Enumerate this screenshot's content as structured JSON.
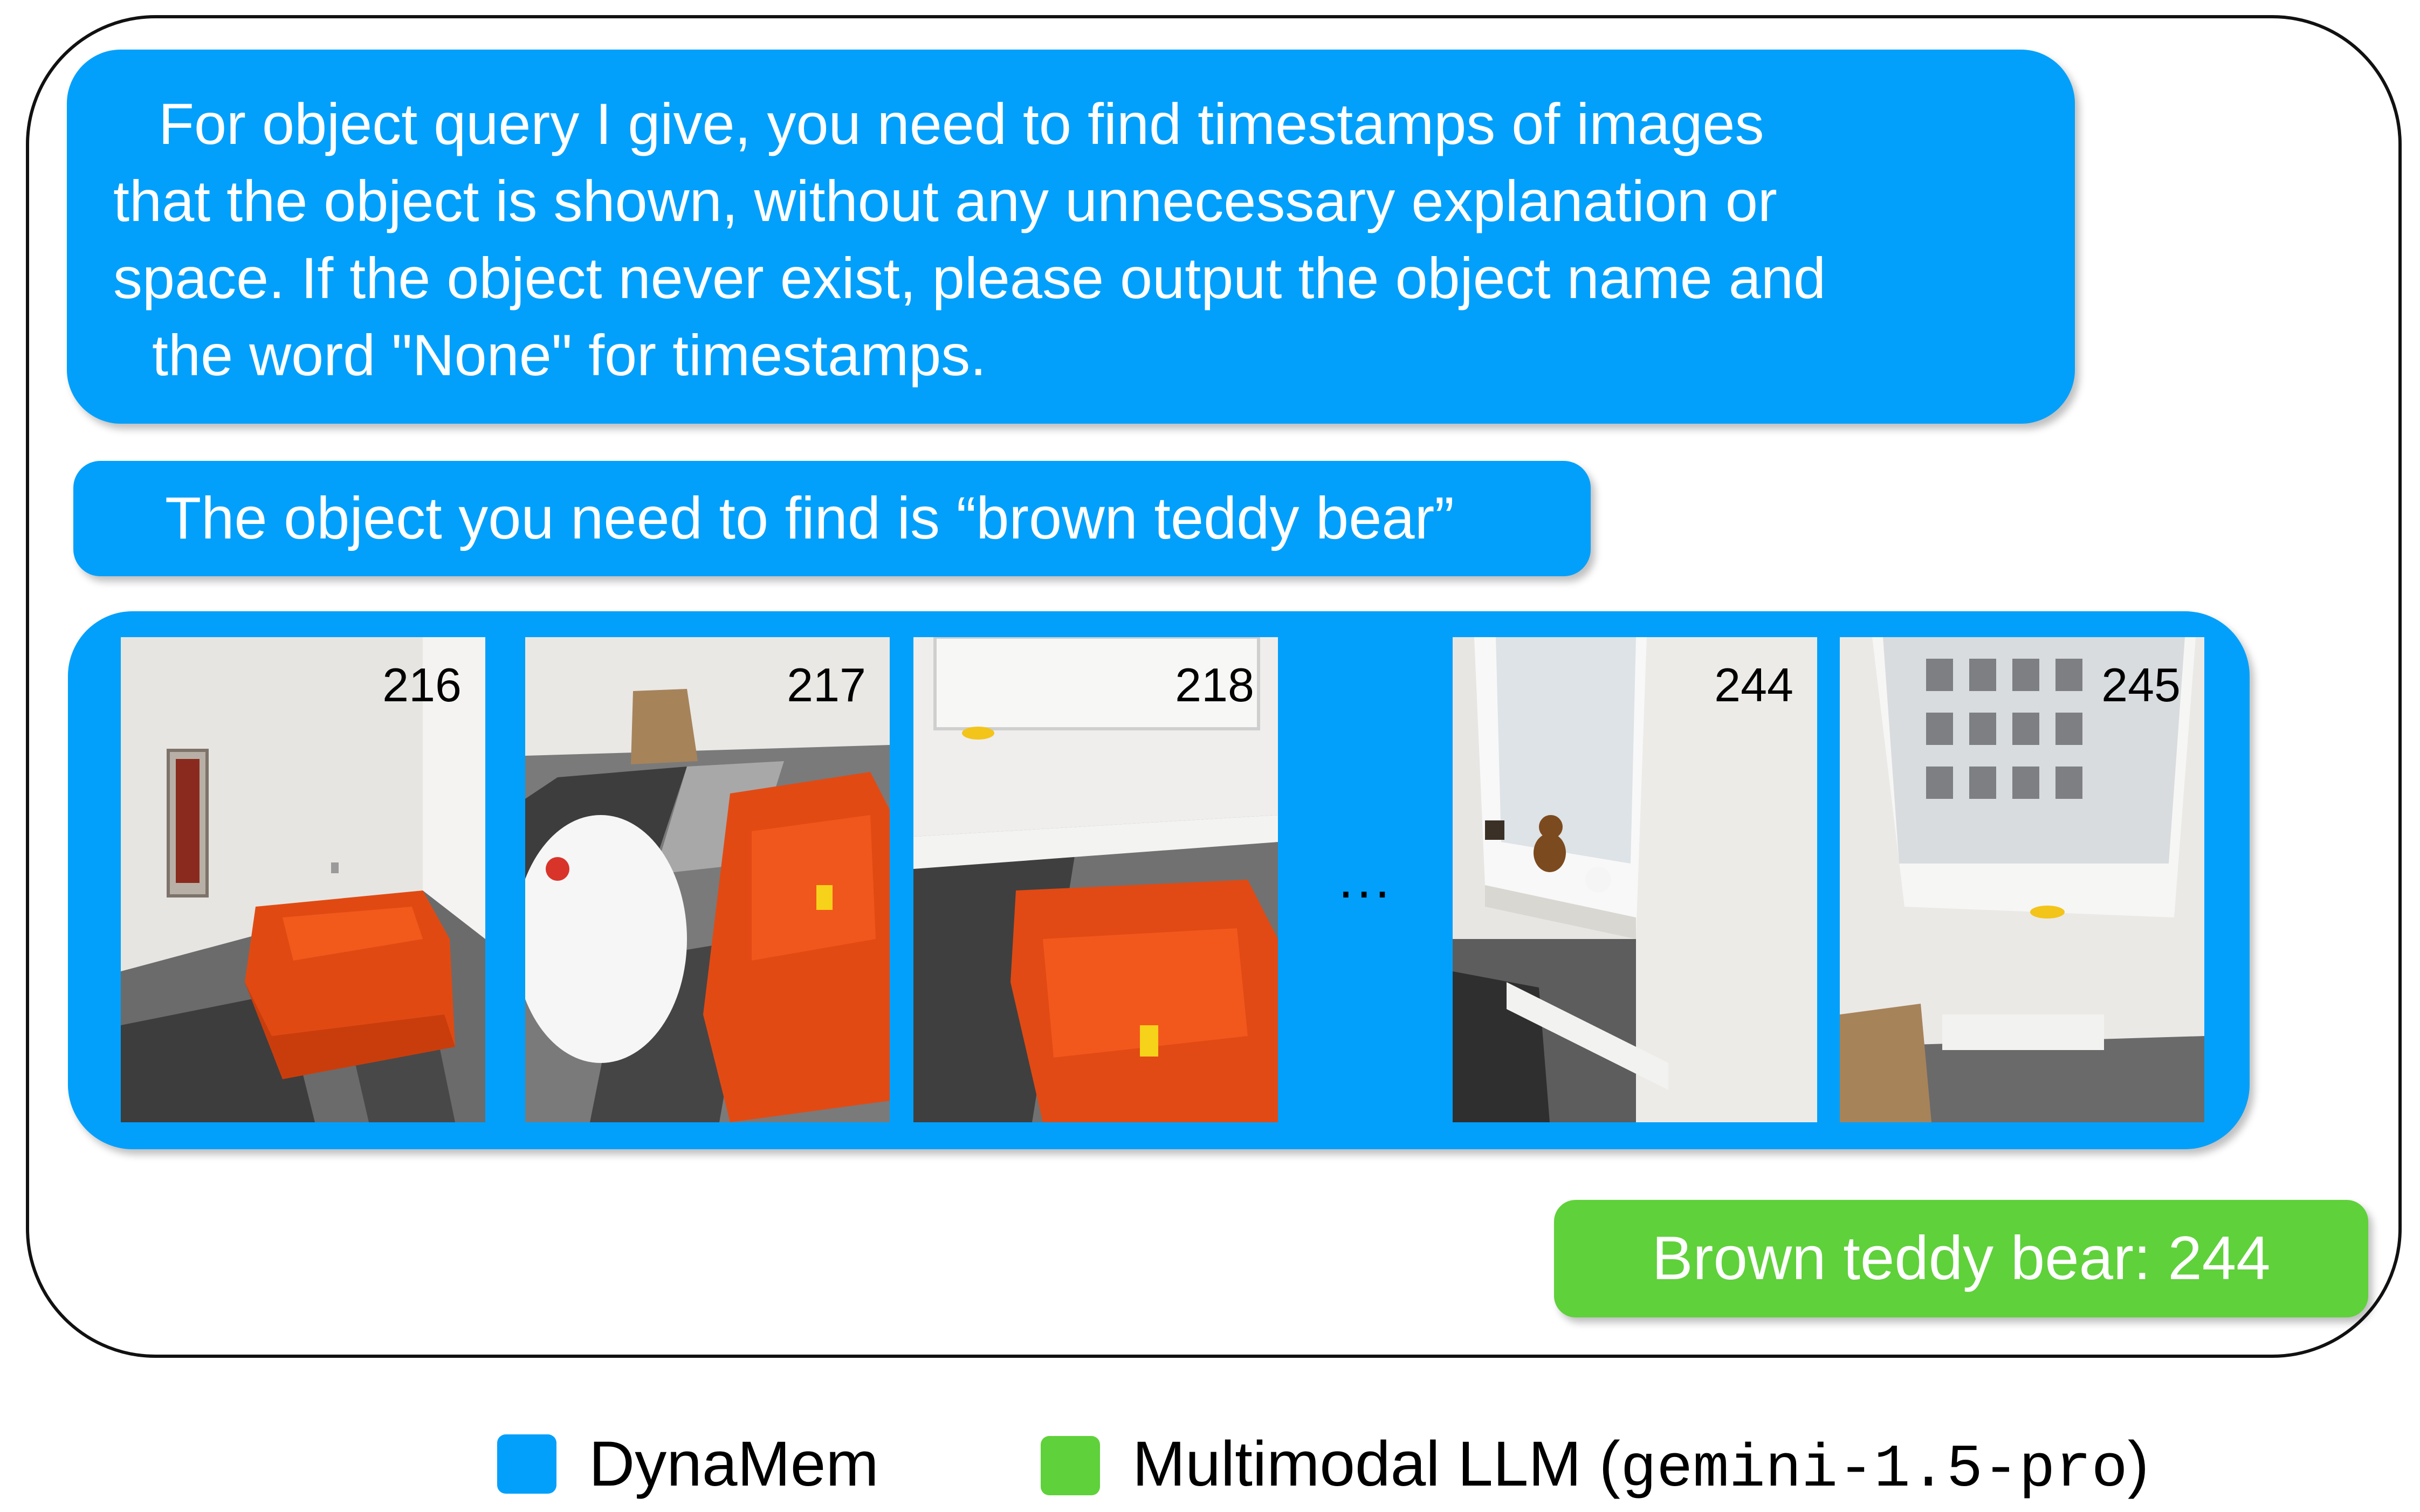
{
  "prompt": {
    "lines": [
      "For object query I give, you need to find timestamps of images",
      "that the object is shown, without any unnecessary explanation or",
      "space. If the object never exist, please output the object name and",
      "the word \"None\" for timestamps."
    ]
  },
  "query": {
    "text": "The object you need to find is “brown teddy bear”"
  },
  "frames": [
    {
      "timestamp": "216"
    },
    {
      "timestamp": "217"
    },
    {
      "timestamp": "218"
    },
    {
      "timestamp": "244"
    },
    {
      "timestamp": "245"
    }
  ],
  "ellipsis": "...",
  "answer": {
    "text": "Brown teddy bear: 244"
  },
  "legend": {
    "dynamem": {
      "label": "DynaMem",
      "color": "#02a0fb"
    },
    "llm": {
      "label_prefix": "Multimodal LLM (",
      "model": "gemini-1.5-pro",
      "label_suffix": ")",
      "color": "#5fd13a"
    }
  },
  "colors": {
    "dynamem_blue": "#02a0fb",
    "llm_green": "#5fd13a"
  }
}
